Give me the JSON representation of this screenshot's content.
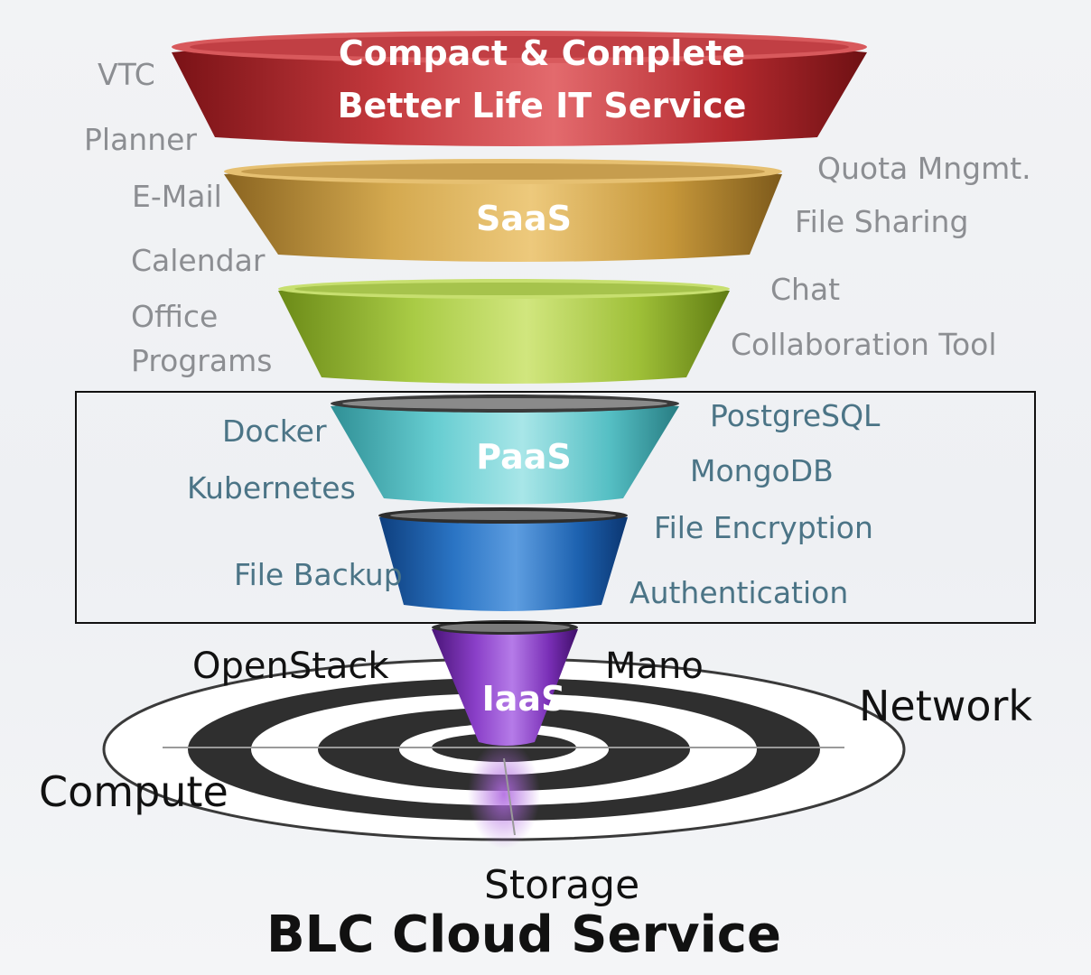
{
  "header": {
    "line1": "Compact & Complete",
    "line2": "Better Life IT Service"
  },
  "tiers": {
    "saas": "SaaS",
    "paas": "PaaS",
    "iaas": "IaaS"
  },
  "saas_left": [
    "VTC",
    "Planner",
    "E-Mail",
    "Calendar",
    "Office",
    "Programs"
  ],
  "saas_right": [
    "Quota Mngmt.",
    "File Sharing",
    "Chat",
    "Collaboration Tool"
  ],
  "paas_left": [
    "Docker",
    "Kubernetes",
    "File Backup"
  ],
  "paas_right": [
    "PostgreSQL",
    "MongoDB",
    "File Encryption",
    "Authentication"
  ],
  "iaas": {
    "left": "OpenStack",
    "right": "Mano"
  },
  "infra": {
    "network": "Network",
    "compute": "Compute",
    "storage": "Storage"
  },
  "footer": "BLC Cloud Service",
  "colors": {
    "red": "#b3262b",
    "gold": "#c79a3c",
    "green": "#9fc13b",
    "teal": "#5ec4c8",
    "blue": "#1f67b8",
    "purple": "#7a2fb7",
    "gray_text": "#8c8e92",
    "teal_text": "#4b7486"
  }
}
